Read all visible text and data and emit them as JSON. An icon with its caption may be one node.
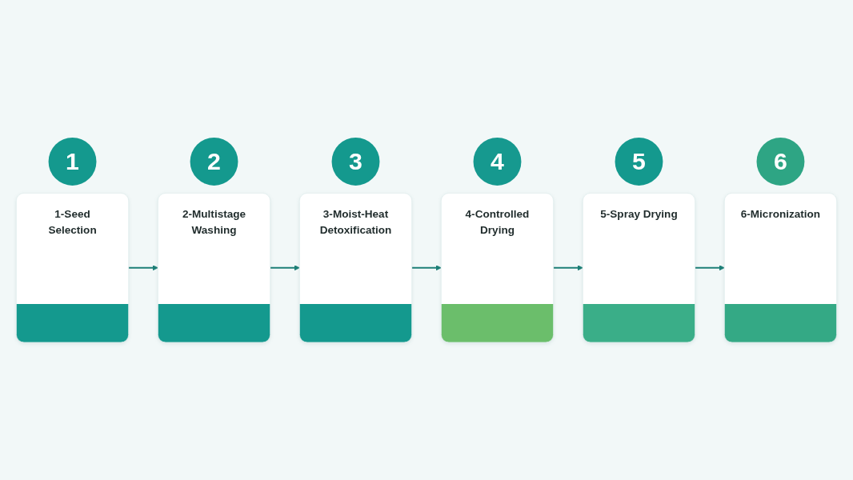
{
  "diagram": {
    "nodes": [
      {
        "text": [
          "1"
        ]
      },
      {
        "text": [
          "1-Seed Selection"
        ]
      },
      {
        "text": [
          "2"
        ]
      },
      {
        "text": [
          "2-Multistage Washing"
        ]
      },
      {
        "text": [
          "3"
        ]
      },
      {
        "text": [
          "3-Moist-Heat Detoxification"
        ]
      },
      {
        "text": [
          "4"
        ]
      },
      {
        "text": [
          "4-Controlled Drying"
        ]
      },
      {
        "text": [
          "5"
        ]
      },
      {
        "text": [
          "5-Spray Drying"
        ]
      },
      {
        "text": [
          "6"
        ]
      },
      {
        "text": [
          "6-Micronization"
        ]
      }
    ],
    "edges": [
      {
        "from": 1,
        "to": 3,
        "arrow": "to"
      },
      {
        "from": 3,
        "to": 5,
        "arrow": "to"
      },
      {
        "from": 5,
        "to": 7,
        "arrow": "to"
      },
      {
        "from": 7,
        "to": 9,
        "arrow": "to"
      },
      {
        "from": 9,
        "to": 11,
        "arrow": "to"
      }
    ]
  }
}
